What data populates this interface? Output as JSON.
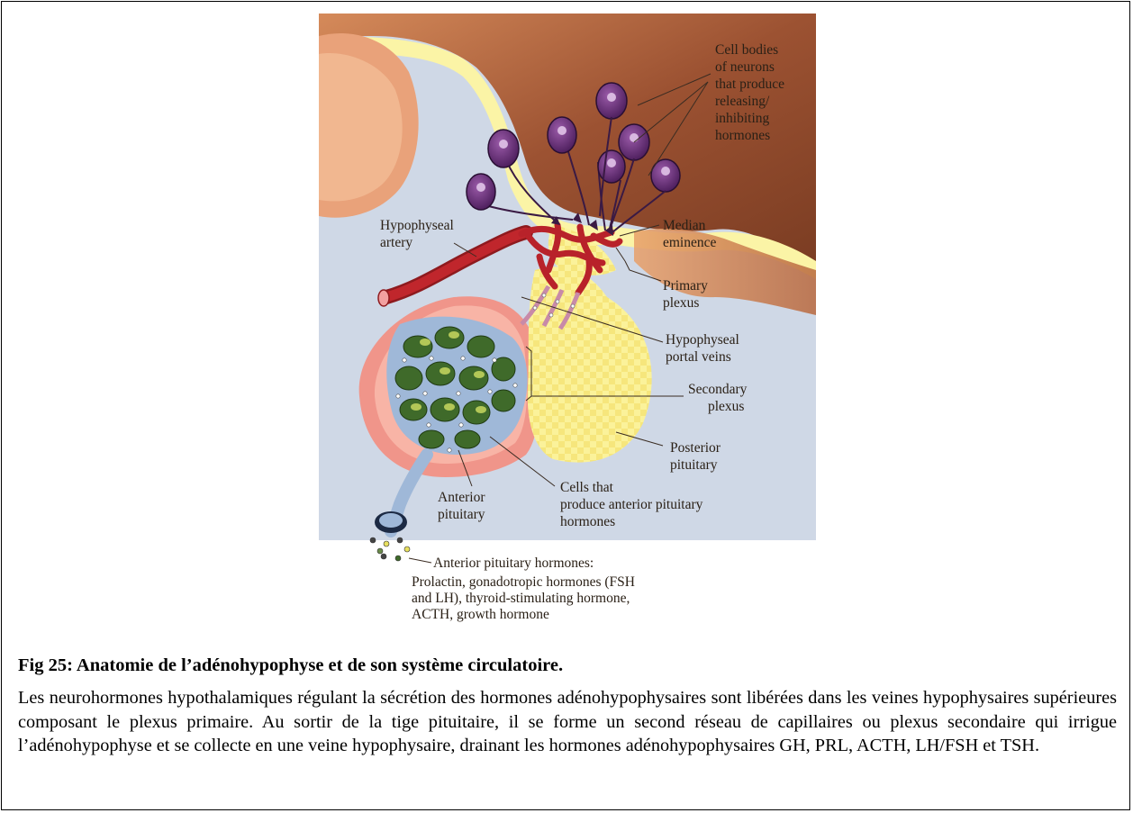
{
  "figure": {
    "labels": {
      "cell_bodies": [
        "Cell bodies",
        "of neurons",
        "that produce",
        "releasing/",
        "inhibiting",
        "hormones"
      ],
      "hypophyseal_artery": [
        "Hypophyseal",
        "artery"
      ],
      "median_eminence": [
        "Median",
        "eminence"
      ],
      "primary_plexus": [
        "Primary",
        "plexus"
      ],
      "portal_veins": [
        "Hypophyseal",
        "portal veins"
      ],
      "secondary_plexus": [
        "Secondary",
        "plexus"
      ],
      "posterior_pituitary": [
        "Posterior",
        "pituitary"
      ],
      "anterior_pituitary": [
        "Anterior",
        "pituitary"
      ],
      "cells_produce": [
        "Cells that",
        "produce anterior pituitary",
        "hormones"
      ],
      "hormones_heading": "Anterior pituitary hormones:",
      "hormones_list": [
        "Prolactin, gonadotropic hormones (FSH",
        "and LH), thyroid-stimulating hormone,",
        "ACTH, growth hormone"
      ]
    },
    "colors": {
      "brain_brown": "#8a4a2c",
      "sinus_yellow": "#fbf4a6",
      "background_blue": "#cfd8e6",
      "artery_red": "#c0262c",
      "neuron_purple": "#5a2a6a",
      "anterior_pink": "#f0958a",
      "cell_green": "#3f6a2a"
    }
  },
  "caption": "Fig 25: Anatomie de l’adénohypophyse et de son système circulatoire.",
  "body": "Les neurohormones hypothalamiques régulant la sécrétion des hormones adénohypophysaires sont libérées dans les veines hypophysaires supérieures composant le plexus primaire. Au sortir de la tige pituitaire, il se forme un second réseau de capillaires ou plexus secondaire qui irrigue l’adénohypophyse et se collecte en une veine hypophysaire, drainant les hormones adénohypophysaires GH, PRL, ACTH, LH/FSH et TSH."
}
